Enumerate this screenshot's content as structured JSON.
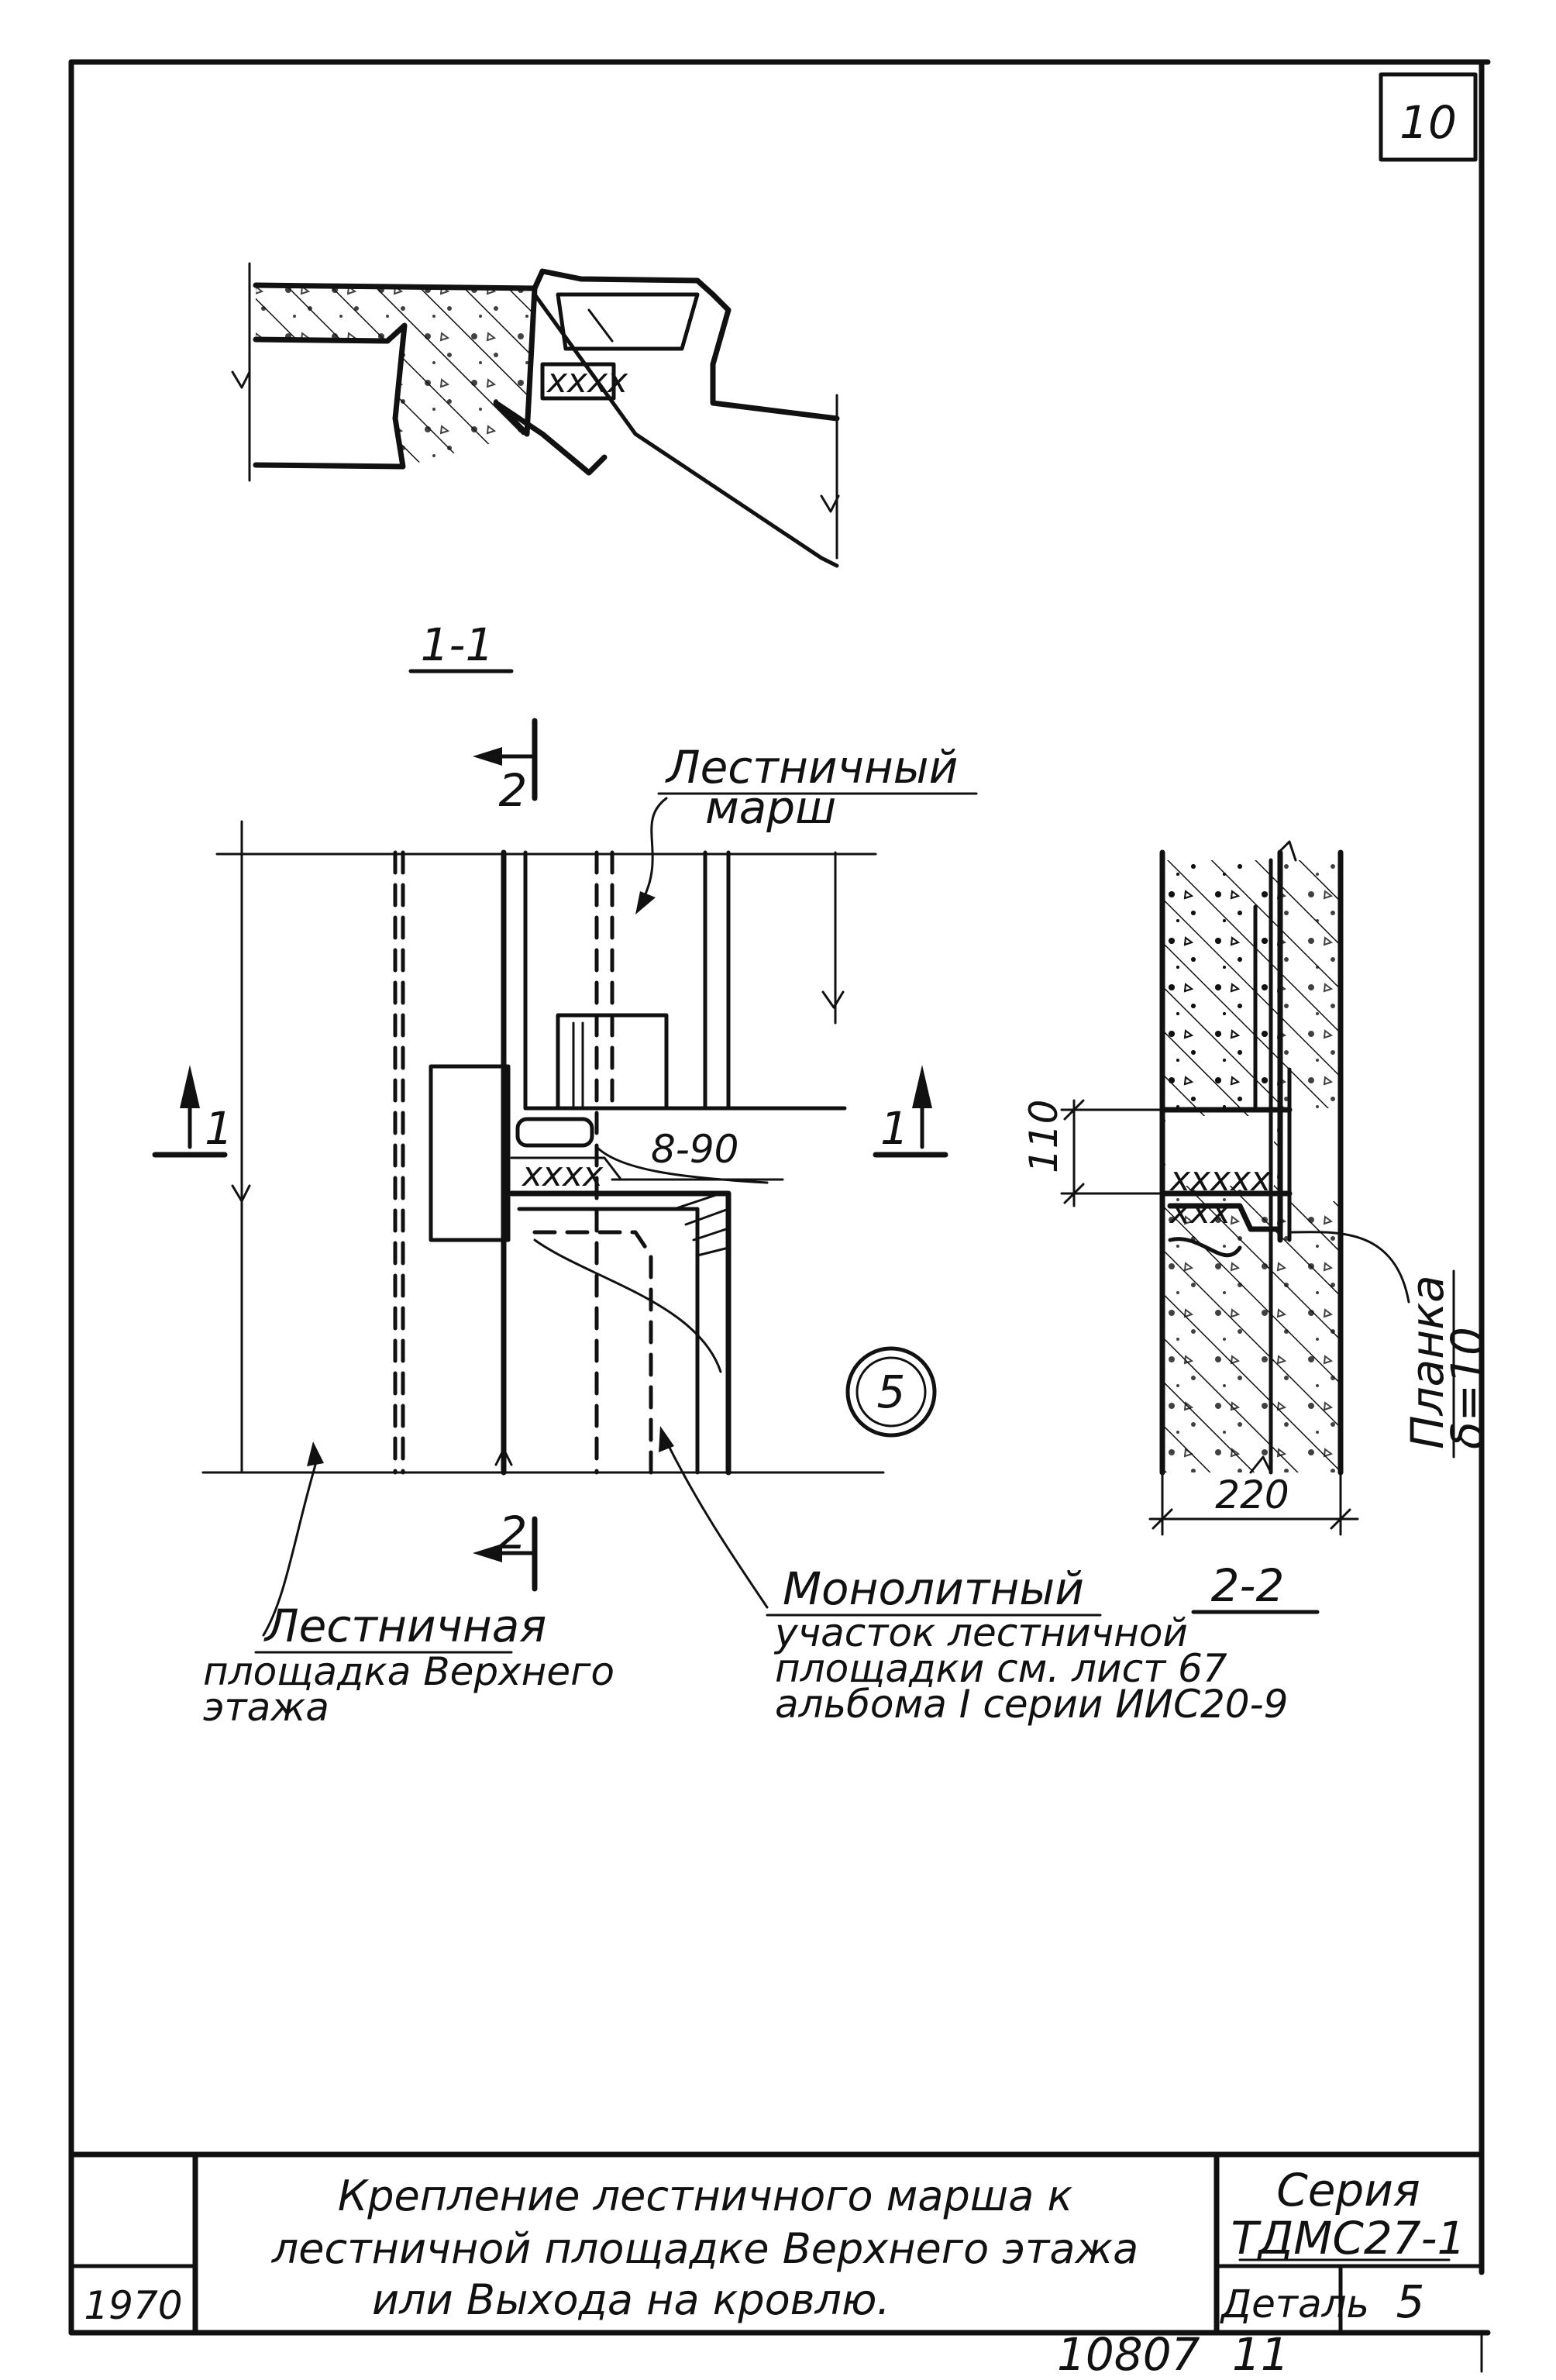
{
  "sheet": {
    "number": "10",
    "archive_number": "10807",
    "archive_sheet": "11"
  },
  "section_labels": {
    "section_1_1": "1-1",
    "section_2_2": "2-2",
    "cut_1_left": "1",
    "cut_1_right": "1",
    "cut_2_top": "2",
    "cut_2_bottom": "2"
  },
  "callouts": {
    "stair_flight": [
      "Лестничный",
      "марш"
    ],
    "monolithic": [
      "Монолитный",
      "участок лестничной",
      "площадки см. лист 67",
      "альбома I серии ИИС20-9"
    ],
    "landing": [
      "Лестничная",
      "площадка Верхнего",
      "этажа"
    ],
    "plate": [
      "Планка",
      "δ=10"
    ],
    "weld_note": "8-90",
    "detail_mark": "5"
  },
  "dimensions": {
    "height_110": "110",
    "width_220": "220"
  },
  "title_block": {
    "title_lines": [
      "Крепление лестничного марша к",
      "лестничной площадке Верхнего этажа",
      "или Выхода на кровлю."
    ],
    "series_label": "Серия",
    "series_value": "ТДМС27-1",
    "detail_label": "Деталь",
    "detail_value": "5",
    "year": "1970"
  }
}
